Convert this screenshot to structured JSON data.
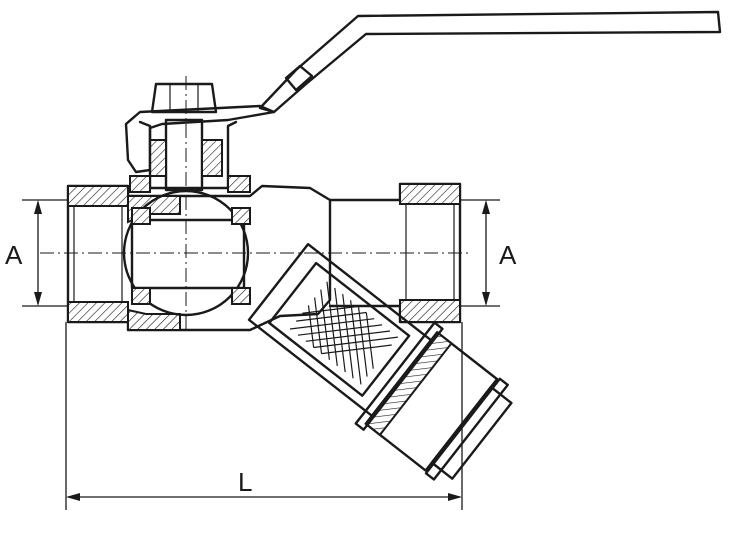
{
  "drawing": {
    "subject": "ball-valve-with-y-strainer",
    "dimension_labels": {
      "left_port": "A",
      "right_port": "A",
      "overall_length": "L"
    }
  },
  "colors": {
    "line": "#1a1a1a",
    "background": "#ffffff"
  }
}
